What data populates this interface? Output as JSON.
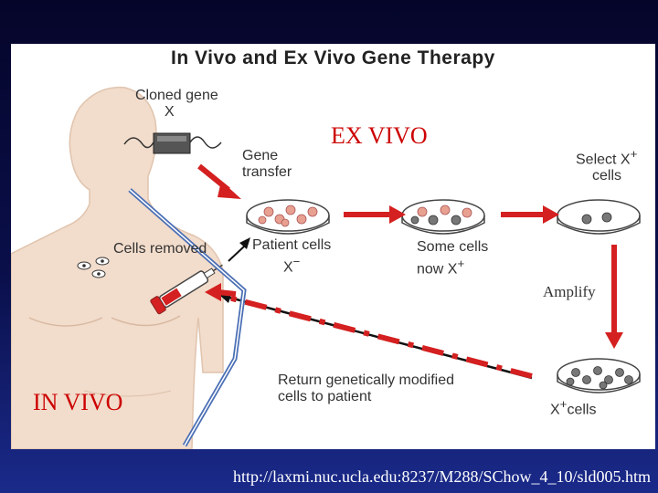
{
  "title": "In Vivo and Ex Vivo Gene Therapy",
  "labels": {
    "cloned_gene_line1": "Cloned gene",
    "cloned_gene_line2": "X",
    "gene_transfer_line1": "Gene",
    "gene_transfer_line2": "transfer",
    "ex_vivo": "EX VIVO",
    "select_line1": "Select X",
    "select_sup": "+",
    "select_line2": "cells",
    "cells_removed": "Cells removed",
    "patient_cells_line1": "Patient cells",
    "patient_cells_line2": "X",
    "patient_cells_sup": "−",
    "some_cells_line1": "Some cells",
    "some_cells_line2": "now X",
    "some_cells_sup": "+",
    "amplify": "Amplify",
    "return_line1": "Return genetically modified",
    "return_line2": "cells to patient",
    "x_cells_prefix": "X",
    "x_cells_sup": "+",
    "x_cells_suffix": "cells",
    "in_vivo": "IN VIVO"
  },
  "footer_url": "http://laxmi.nuc.ucla.edu:8237/M288/SChow_4_10/sld005.htm",
  "colors": {
    "arrow_red": "#d42020",
    "in_vivo_line": "#4a6fb5",
    "skin": "#f2dccb",
    "text_red": "#cc0000"
  }
}
